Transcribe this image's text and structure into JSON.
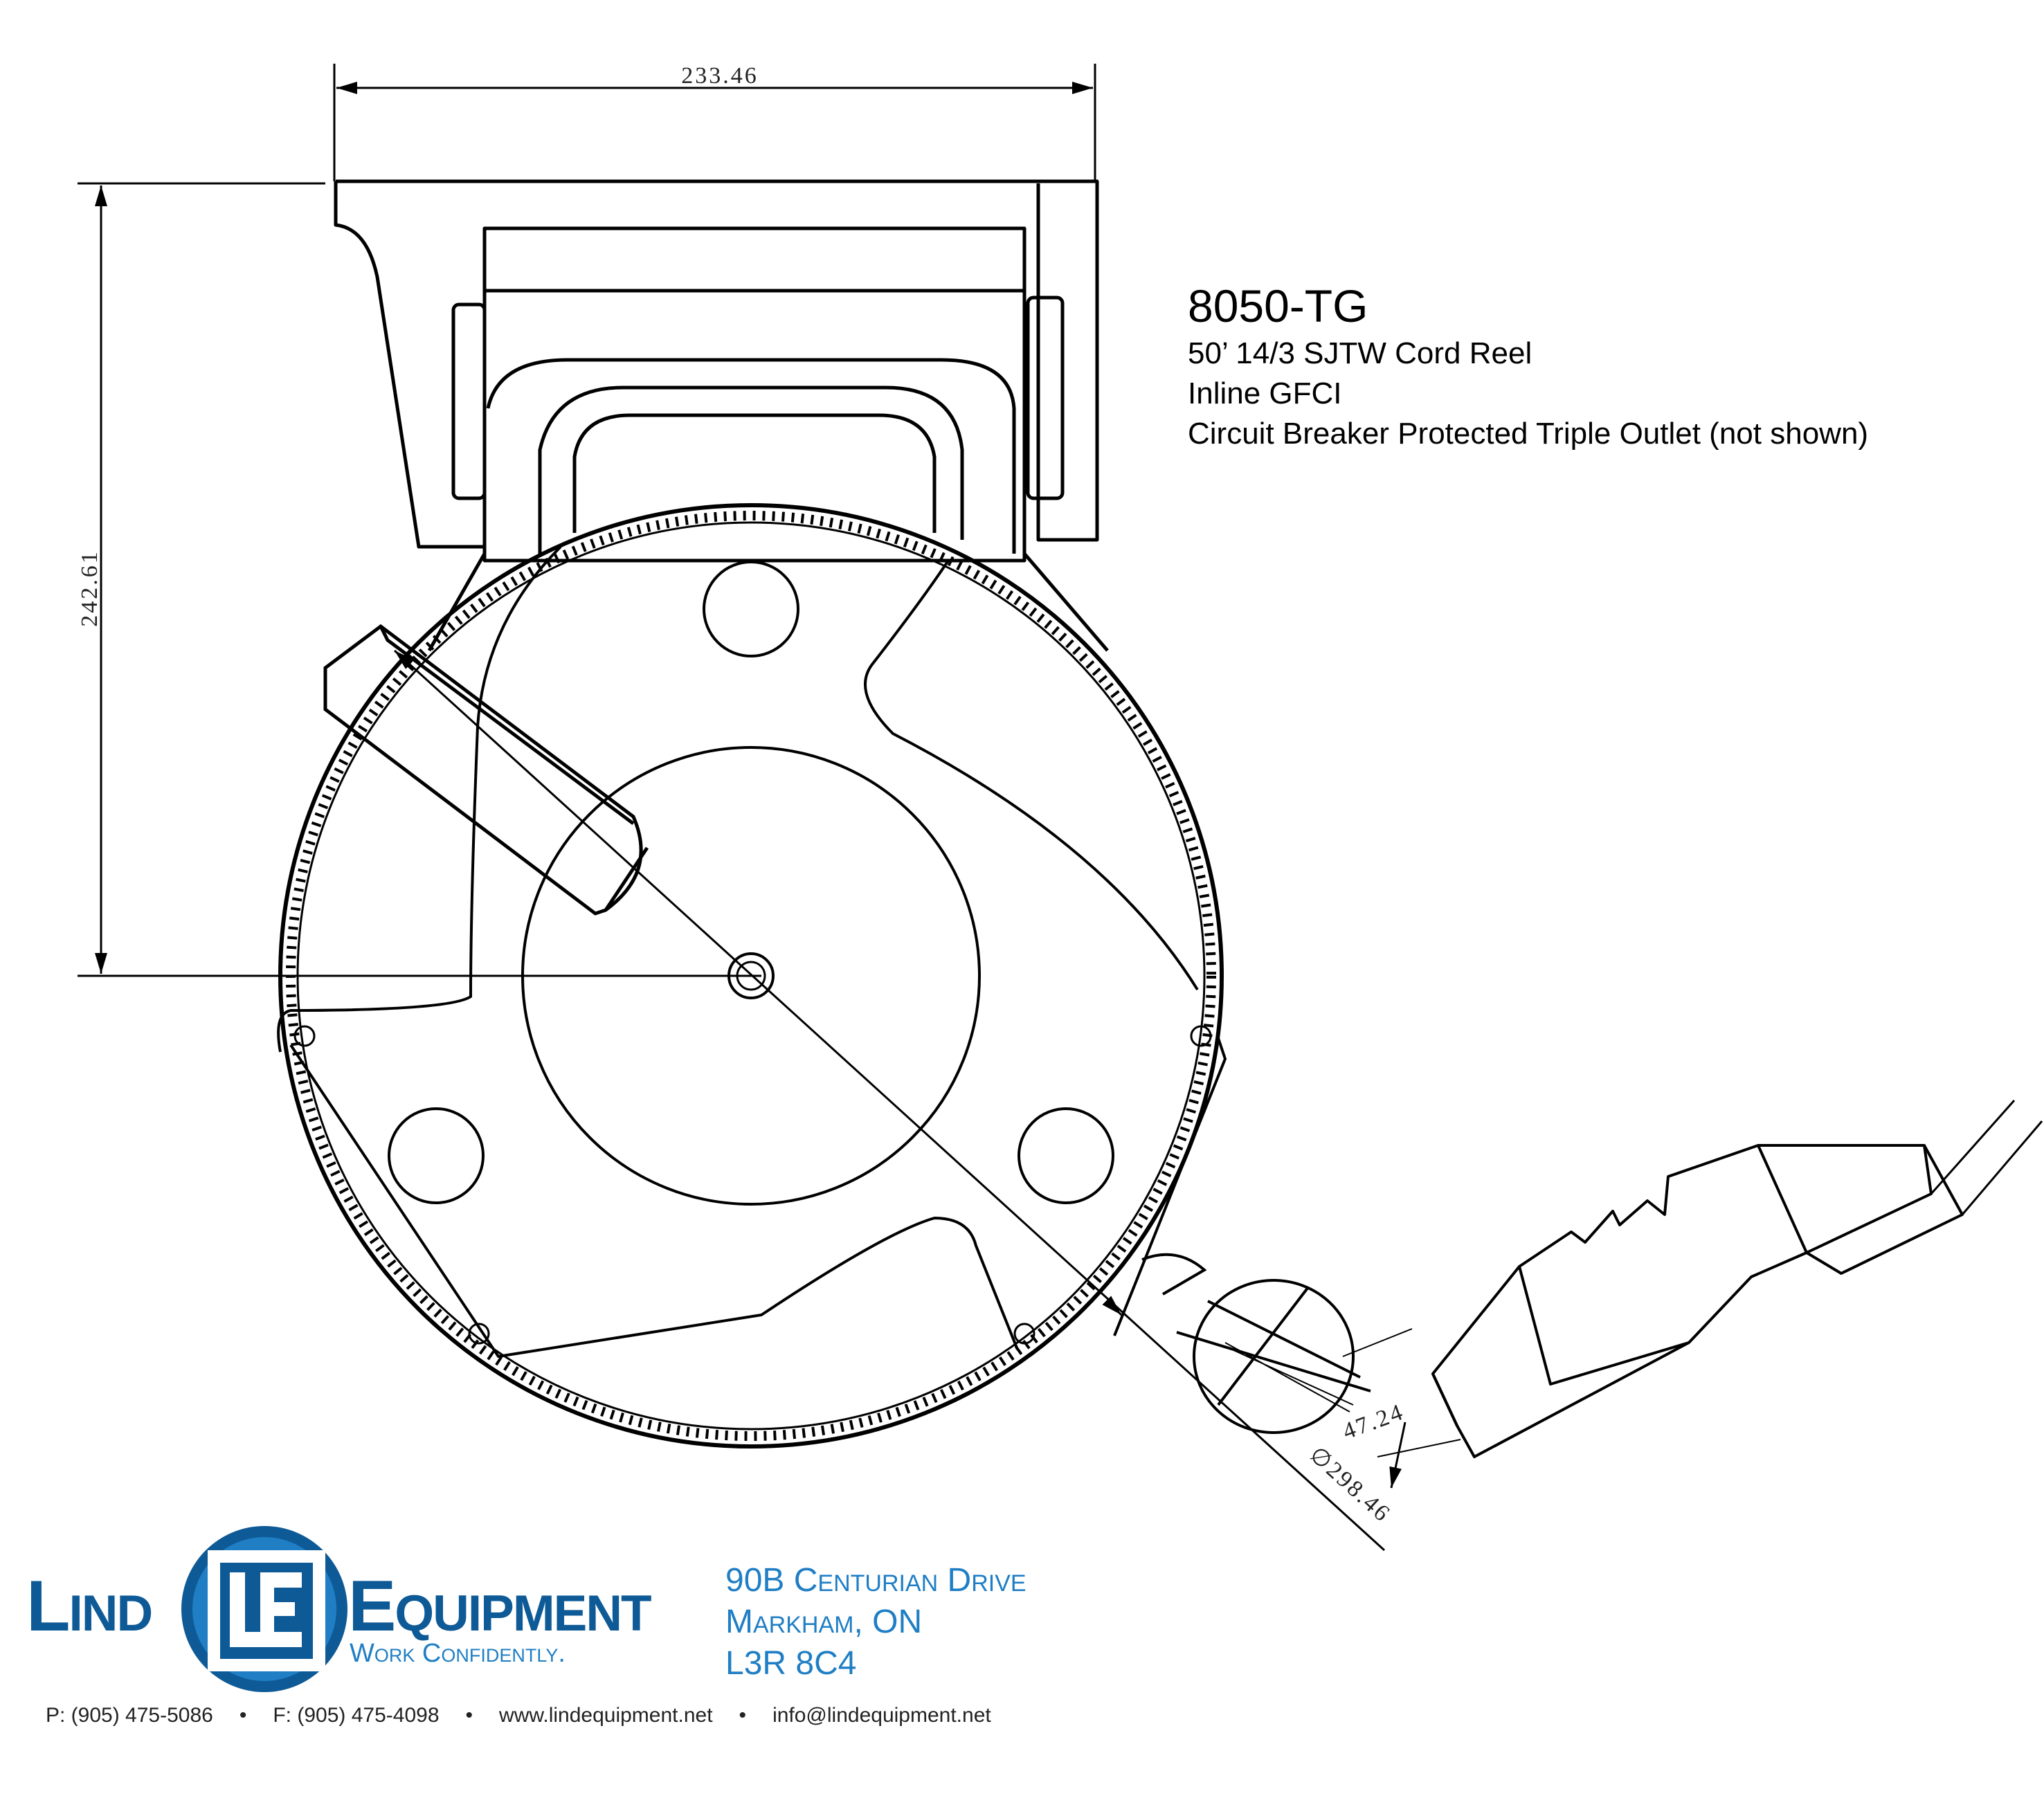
{
  "dimensions": {
    "width": "233.46",
    "height": "242.61",
    "cord_dia": "47.24",
    "reel_dia": "298.46"
  },
  "product": {
    "model": "8050-TG",
    "line1": "50’ 14/3 SJTW Cord Reel",
    "line2": "Inline GFCI",
    "line3": "Circuit Breaker Protected Triple Outlet  (not shown)"
  },
  "brand": {
    "name_left": "Lind",
    "name_right": "Equipment",
    "badge_letters": "LE",
    "tagline": "Work Confidently.",
    "colors": {
      "primary": "#0e5a97",
      "secondary": "#1f7ec4"
    }
  },
  "address": {
    "line1": "90B Centurian Drive",
    "line2": "Markham, ON",
    "line3": "L3R 8C4"
  },
  "contact": {
    "phone": "P: (905) 475-5086",
    "fax": "F: (905) 475-4098",
    "web": "www.lindequipment.net",
    "email": "info@lindequipment.net",
    "bullet": "•"
  }
}
